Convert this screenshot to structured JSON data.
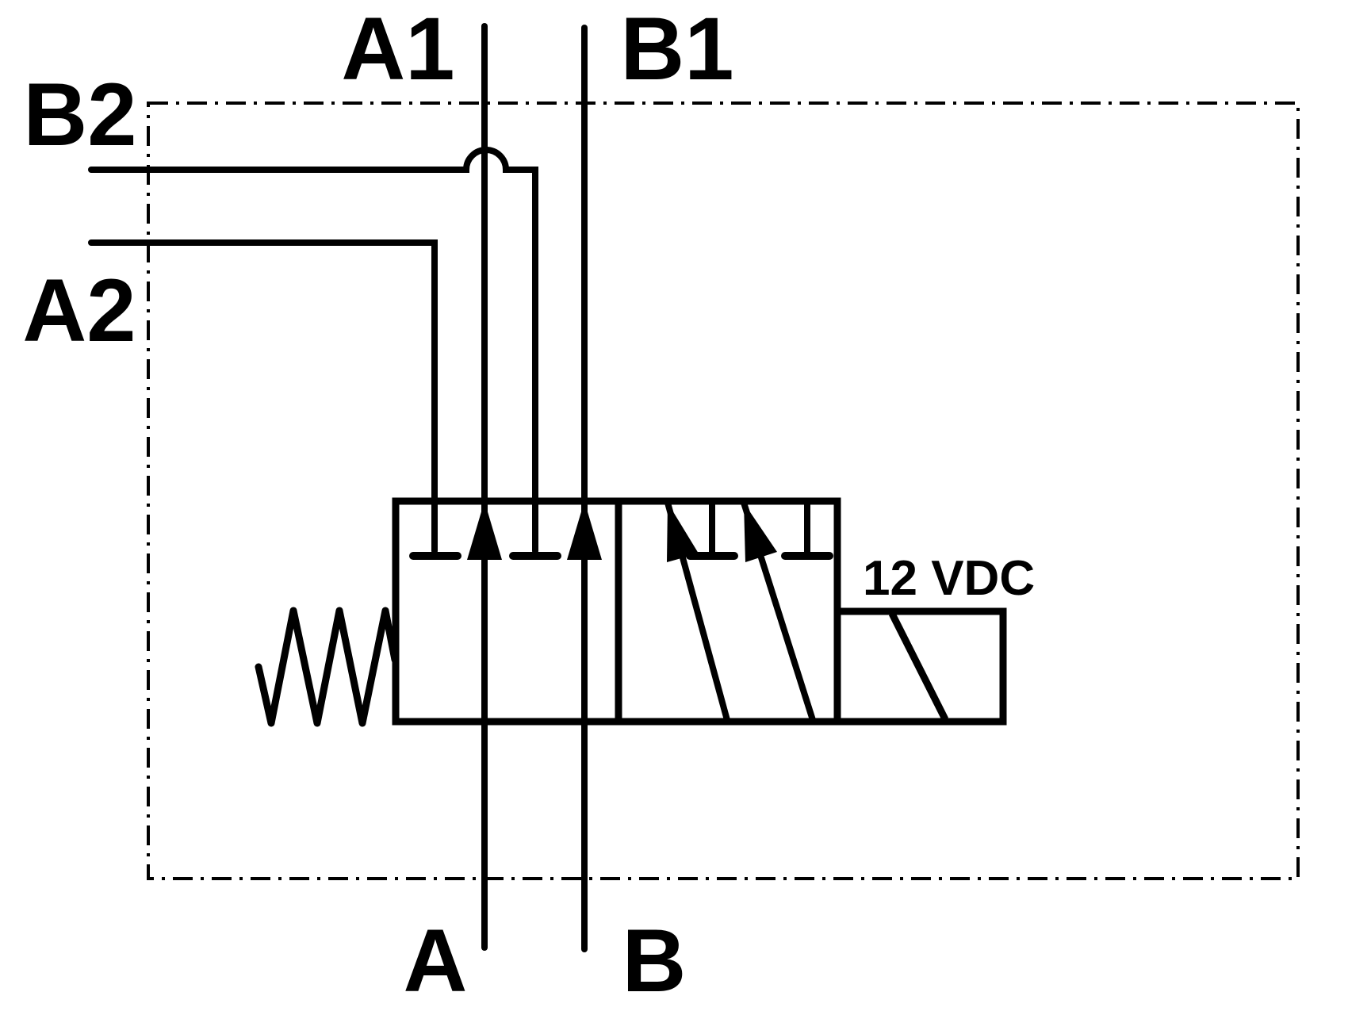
{
  "diagram": {
    "labels": {
      "port_a1": "A1",
      "port_b1": "B1",
      "port_b2": "B2",
      "port_a2": "A2",
      "port_a": "A",
      "port_b": "B",
      "solenoid_voltage": "12 VDC"
    },
    "symbols": {
      "enclosure": "dash-dot-enclosure-icon",
      "valve_body": "two-position-valve-icon",
      "spring": "spring-return-icon",
      "solenoid": "solenoid-coil-icon",
      "flow_arrow": "flow-arrow-icon",
      "blocked_port": "blocked-port-icon",
      "line_jump": "wire-crossover-arc-icon"
    },
    "colors": {
      "line": "#000000",
      "background": "#ffffff"
    }
  }
}
